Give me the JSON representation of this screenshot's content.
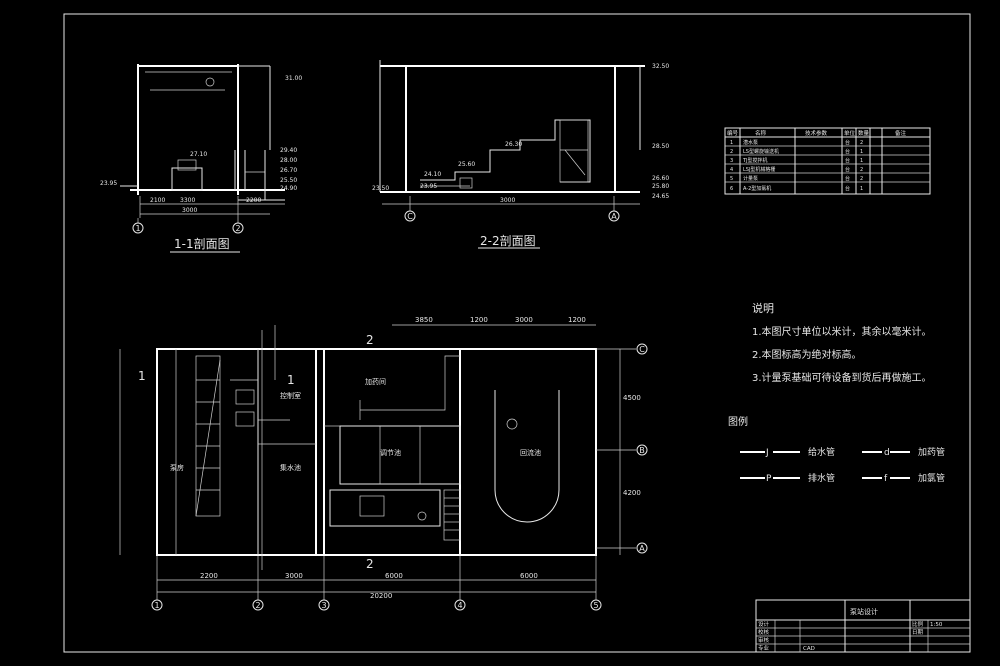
{
  "sections": {
    "s11": {
      "title": "1-1剖面图",
      "grid": [
        "1",
        "2"
      ],
      "dims": [
        "2100",
        "3300",
        "2200",
        "3000"
      ],
      "levels": [
        "31.00",
        "29.40",
        "28.00",
        "26.70",
        "25.50",
        "24.90",
        "23.95",
        "27.10"
      ]
    },
    "s22": {
      "title": "2-2剖面图",
      "grid": [
        "C",
        "A"
      ],
      "dims": [
        "3000"
      ],
      "levels": [
        "32.50",
        "28.50",
        "26.60",
        "25.80",
        "24.65",
        "23.50",
        "23.95",
        "25.60",
        "26.30",
        "24.10"
      ]
    }
  },
  "plan": {
    "top_dims": [
      "3850",
      "1200",
      "3000",
      "1200"
    ],
    "bottom_dims": [
      "2200",
      "3000",
      "6000",
      "6000"
    ],
    "total": "20200",
    "grid_x": [
      "1",
      "2",
      "3",
      "4",
      "5"
    ],
    "grid_y": [
      "C",
      "B",
      "A"
    ],
    "rooms": [
      "泵房",
      "集水池",
      "加药间",
      "控制室",
      "调节池",
      "回流池"
    ],
    "right_dims": [
      "4500",
      "4200"
    ],
    "cut_marks": [
      "1",
      "1",
      "2",
      "2"
    ]
  },
  "notes": {
    "title": "说明",
    "items": [
      "1.本图尺寸单位以米计，其余以毫米计。",
      "2.本图标高为绝对标高。",
      "3.计量泵基础可待设备到货后再做施工。"
    ]
  },
  "legend": {
    "title": "图例",
    "items": [
      {
        "code": "J",
        "label": "给水管"
      },
      {
        "code": "P",
        "label": "排水管"
      },
      {
        "code": "d",
        "label": "加药管"
      },
      {
        "code": "f",
        "label": "加氯管"
      }
    ]
  },
  "equip_table": {
    "headers": [
      "编号",
      "名称",
      "技术参数",
      "单位",
      "数量",
      "备注"
    ],
    "rows": [
      [
        "1",
        "潜水泵",
        "",
        "台",
        "2",
        ""
      ],
      [
        "2",
        "LS型螺旋输送机",
        "",
        "台",
        "1",
        ""
      ],
      [
        "3",
        "TJ型搅拌机",
        "",
        "台",
        "1",
        ""
      ],
      [
        "4",
        "LSJ型机械格栅",
        "",
        "台",
        "2",
        ""
      ],
      [
        "5",
        "计量泵",
        "",
        "台",
        "2",
        ""
      ],
      [
        "6",
        "A-2型加氯机",
        "",
        "台",
        "1",
        ""
      ]
    ]
  },
  "title_block": {
    "project": "泵站设计",
    "rows": [
      [
        "设计",
        "",
        "比例",
        "1:50"
      ],
      [
        "校核",
        "",
        "日期",
        ""
      ],
      [
        "审核",
        "",
        "",
        ""
      ],
      [
        "专业",
        "CAD",
        "",
        ""
      ]
    ]
  }
}
